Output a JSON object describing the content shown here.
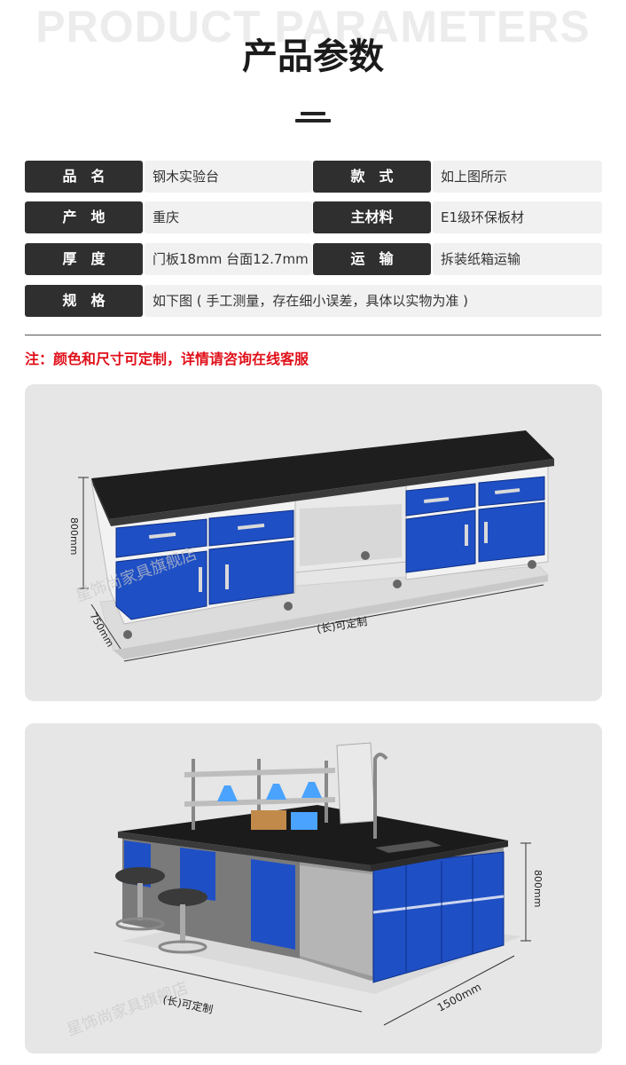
{
  "header": {
    "bg_title": "PRODUCT PARAMETERS",
    "title": "产品参数"
  },
  "params": [
    {
      "label": "品　名",
      "value": "钢木实验台",
      "label2": "款　式",
      "value2": "如上图所示"
    },
    {
      "label": "产　地",
      "value": "重庆",
      "label2": "主材料",
      "value2": "E1级环保板材"
    },
    {
      "label": "厚　度",
      "value": "门板18mm 台面12.7mm",
      "label2": "运　输",
      "value2": "拆装纸箱运输"
    },
    {
      "label": "规　格",
      "value": "如下图 ( 手工测量，存在细小误差，具体以实物为准 )"
    }
  ],
  "note": "注：颜色和尺寸可定制，详情请咨询在线客服",
  "figure1": {
    "height_label": "800mm",
    "depth_label": "750mm",
    "length_label": "(长)可定制",
    "watermark": "星饰尚家具旗舰店"
  },
  "figure2": {
    "height_label": "800mm",
    "width_label": "1500mm",
    "length_label": "(长)可定制",
    "watermark": "星饰尚家具旗舰店"
  },
  "colors": {
    "label_bg": "#2f2f2f",
    "value_bg": "#f1f1f1",
    "note_red": "#e0101a",
    "cabinet_blue": "#1f4fc4",
    "countertop": "#1e1e1e"
  }
}
